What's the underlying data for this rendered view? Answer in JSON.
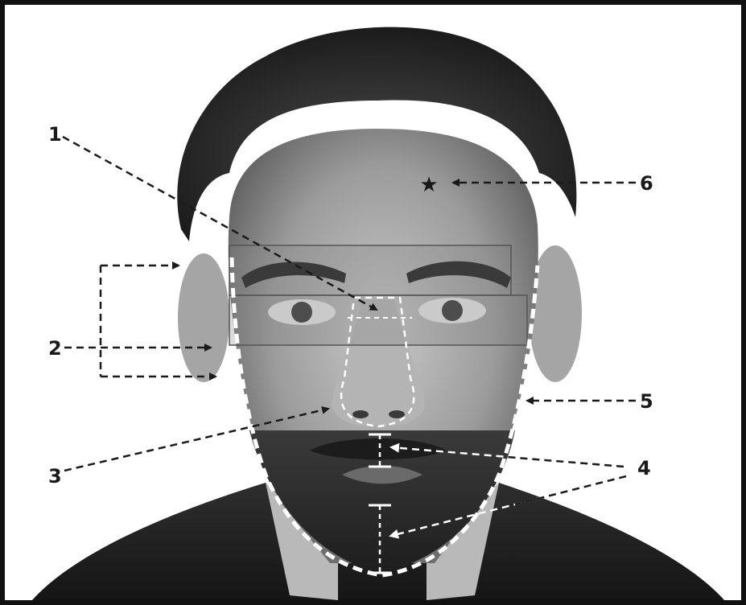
{
  "diagram": {
    "subject": "portrait-face-annotation",
    "colors": {
      "frame": "#111111",
      "background": "#ffffff",
      "annotation_dark": "#1a1a1a",
      "annotation_light": "#ffffff"
    },
    "callouts": [
      {
        "id": "1",
        "label": "1"
      },
      {
        "id": "2",
        "label": "2"
      },
      {
        "id": "3",
        "label": "3"
      },
      {
        "id": "4",
        "label": "4"
      },
      {
        "id": "5",
        "label": "5"
      },
      {
        "id": "6",
        "label": "6"
      }
    ]
  }
}
